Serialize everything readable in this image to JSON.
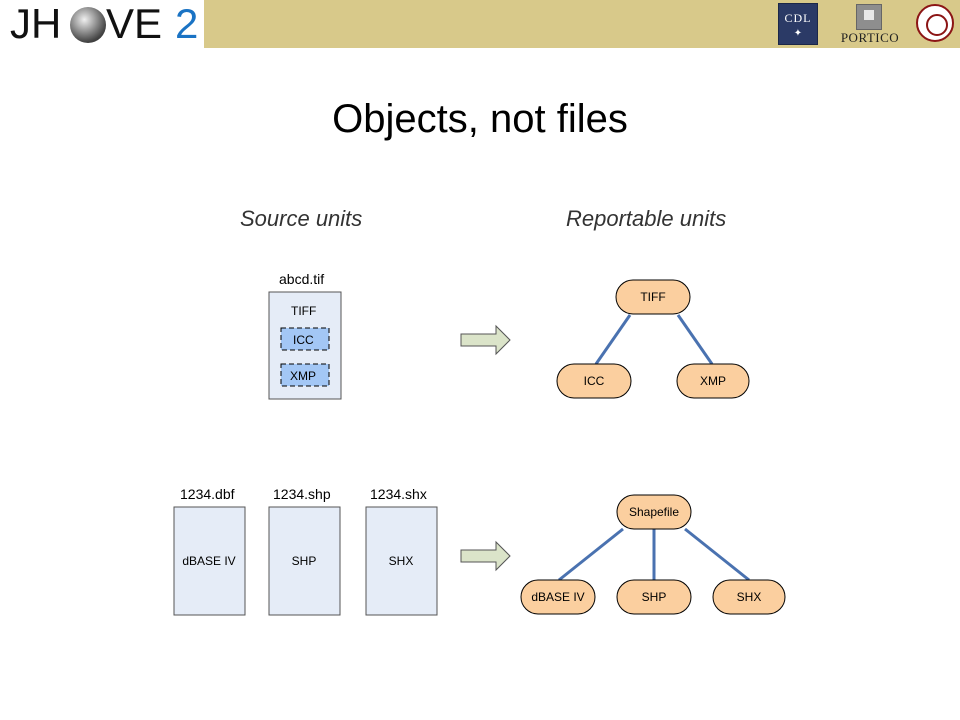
{
  "header": {
    "logo_jh": "JH",
    "logo_ve": "VE",
    "logo_num": "2",
    "cdl_logo_text": "CDL",
    "portico_text": "PORTICO"
  },
  "title": "Objects, not files",
  "source_heading": "Source units",
  "reportable_heading": "Reportable units",
  "tiff_example": {
    "file_name": "abcd.tif",
    "container_label": "TIFF",
    "embedded": [
      "ICC",
      "XMP"
    ],
    "tree": {
      "root": "TIFF",
      "children": [
        "ICC",
        "XMP"
      ]
    }
  },
  "shapefile_example": {
    "files": [
      {
        "name": "1234.dbf",
        "label": "dBASE IV"
      },
      {
        "name": "1234.shp",
        "label": "SHP"
      },
      {
        "name": "1234.shx",
        "label": "SHX"
      }
    ],
    "tree": {
      "root": "Shapefile",
      "children": [
        "dBASE IV",
        "SHP",
        "SHX"
      ]
    }
  },
  "colors": {
    "node_fill": "#fbcf9f",
    "node_stroke": "#000000",
    "edge": "#4a72b0",
    "file_fill": "#e5ecf7",
    "embedded_fill": "#a3c7f5",
    "arrow_fill": "#dbe4c9",
    "header_bar": "#d8c98a"
  }
}
